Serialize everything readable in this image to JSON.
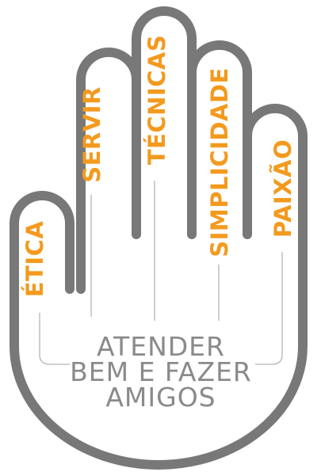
{
  "colors": {
    "outline": "#787878",
    "label": "#f39a1e",
    "center_text": "#8a8a8a",
    "leader_line": "#b5b5b5"
  },
  "fingers": [
    {
      "label": "ÉTICA"
    },
    {
      "label": "SERVIR"
    },
    {
      "label": "TÉCNICAS"
    },
    {
      "label": "SIMPLICIDADE"
    },
    {
      "label": "PAIXÃO"
    }
  ],
  "center": {
    "lines": [
      "ATENDER",
      "BEM E FAZER",
      "AMIGOS"
    ]
  }
}
